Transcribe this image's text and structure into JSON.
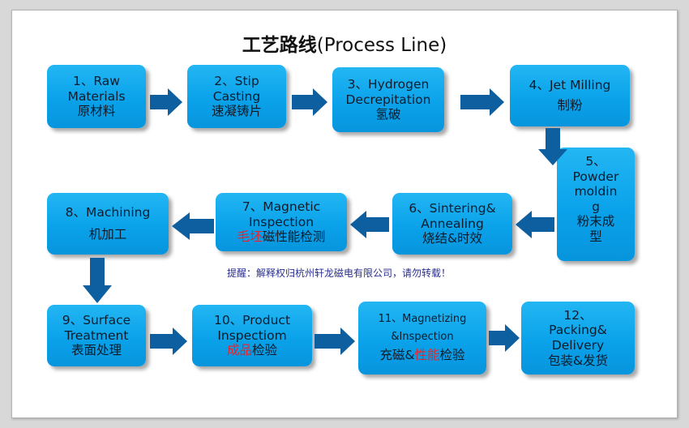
{
  "title": {
    "chinese": "工艺路线",
    "english": "(Process Line)"
  },
  "steps": [
    {
      "line1": "1、Raw",
      "line2": "Materials",
      "line3": "原材料"
    },
    {
      "line1": "2、Stip",
      "line2": "Casting",
      "line3": "速凝铸片"
    },
    {
      "line1": "3、Hydrogen",
      "line2": "Decrepitation",
      "line3": "氢破"
    },
    {
      "line1": "4、Jet Milling",
      "line2": "制粉"
    },
    {
      "line1": "5、",
      "line2": "Powder",
      "line3": "moldin",
      "line4": "g",
      "line5": "粉末成",
      "line6": "型"
    },
    {
      "line1": "6、Sintering&",
      "line2": "Annealing",
      "line3": "烧结&时效"
    },
    {
      "line1": "7、Magnetic",
      "line2": "Inspection",
      "line3_red": "毛坯",
      "line3_rest": "磁性能检测"
    },
    {
      "line1": "8、Machining",
      "line2": "机加工"
    },
    {
      "line1": "9、Surface",
      "line2": "Treatment",
      "line3": "表面处理"
    },
    {
      "line1": "10、Product",
      "line2": "Inspectiom",
      "line3_red": "成品",
      "line3_rest": "检验"
    },
    {
      "line1": "11、Magnetizing",
      "line2": "&Inspection",
      "line3_a": "充磁&",
      "line3_red": "性能",
      "line3_b": "检验"
    },
    {
      "line1": "12、",
      "line2": "Packing&",
      "line3": "Delivery",
      "line4": "包装&发货"
    }
  ],
  "notice": "提醒：解释权归杭州轩龙磁电有限公司，请勿转载！",
  "colors": {
    "box": "#0aa2ea",
    "arrow": "#0e5fa0",
    "highlight": "#e8242a",
    "notice": "#2a2e8f"
  }
}
